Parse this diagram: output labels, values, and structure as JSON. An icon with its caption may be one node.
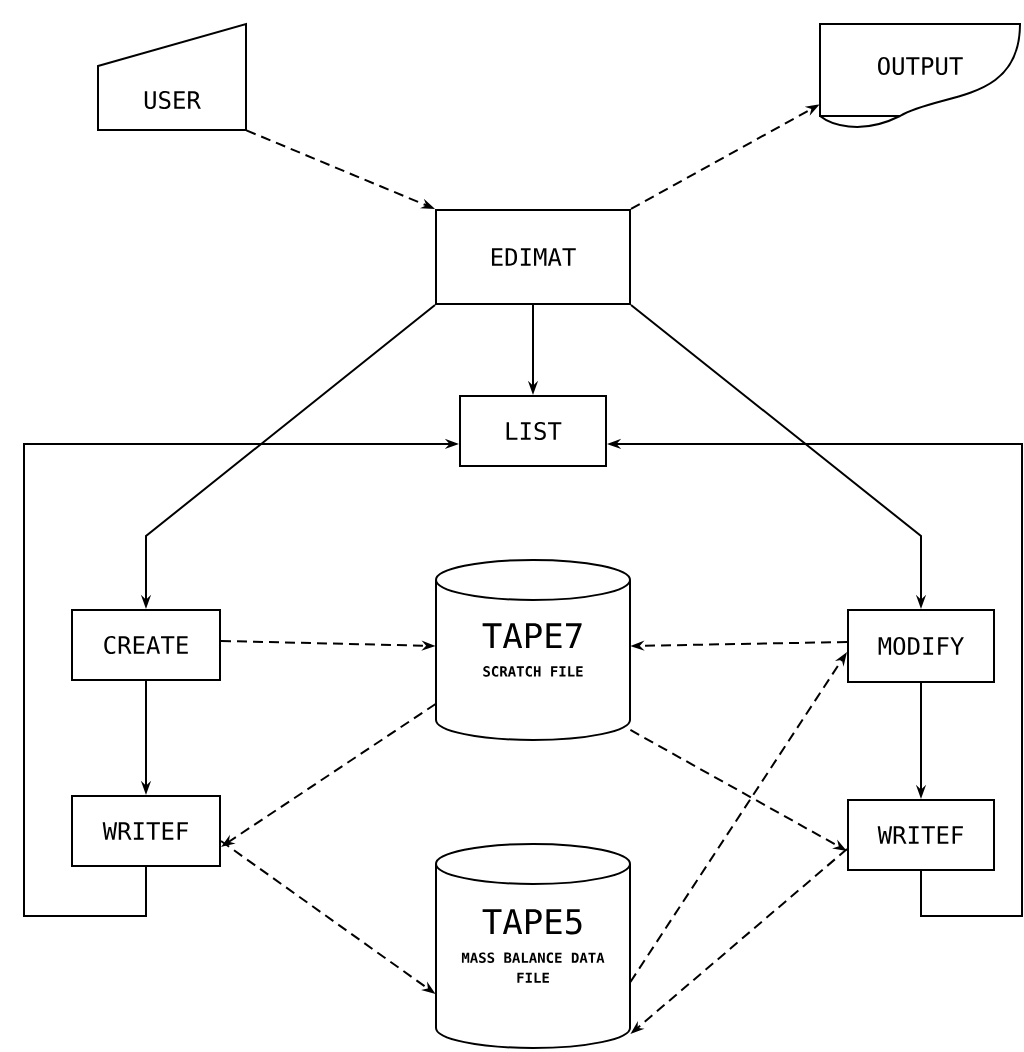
{
  "diagram": {
    "nodes": [
      {
        "text": [
          "USER"
        ]
      },
      {
        "text": [
          "OUTPUT"
        ]
      },
      {
        "text": [
          "EDIMAT"
        ]
      },
      {
        "text": [
          "LIST"
        ]
      },
      {
        "text": [
          "CREATE"
        ]
      },
      {
        "text": [
          "TAPE7",
          "SCRATCH FILE"
        ]
      },
      {
        "text": [
          "MODIFY"
        ]
      },
      {
        "text": [
          "WRITEF"
        ]
      },
      {
        "text": [
          "TAPE5",
          "MASS BALANCE DATA FILE"
        ]
      },
      {
        "text": [
          "WRITEF"
        ]
      }
    ],
    "edges": [
      {
        "from": 0,
        "to": 2,
        "arrow": "to",
        "style": "dashed"
      },
      {
        "from": 2,
        "to": 1,
        "arrow": "to",
        "style": "dashed"
      },
      {
        "from": 2,
        "to": 3,
        "arrow": "to"
      },
      {
        "from": 2,
        "to": 4,
        "arrow": "to"
      },
      {
        "from": 2,
        "to": 6,
        "arrow": "to"
      },
      {
        "from": 4,
        "to": 5,
        "arrow": "to",
        "style": "dashed"
      },
      {
        "from": 6,
        "to": 5,
        "arrow": "to",
        "style": "dashed"
      },
      {
        "from": 4,
        "to": 7,
        "arrow": "to"
      },
      {
        "from": 6,
        "to": 9,
        "arrow": "to"
      },
      {
        "from": 5,
        "to": 7,
        "arrow": "to",
        "style": "dashed"
      },
      {
        "from": 5,
        "to": 9,
        "arrow": "to",
        "style": "dashed"
      },
      {
        "from": 7,
        "to": 8,
        "arrow": "to",
        "style": "dashed"
      },
      {
        "from": 9,
        "to": 8,
        "arrow": "to",
        "style": "dashed"
      },
      {
        "from": 8,
        "to": 6,
        "arrow": "to",
        "style": "dashed"
      },
      {
        "from": 7,
        "to": 3,
        "arrow": "to"
      },
      {
        "from": 9,
        "to": 3,
        "arrow": "to"
      }
    ]
  }
}
